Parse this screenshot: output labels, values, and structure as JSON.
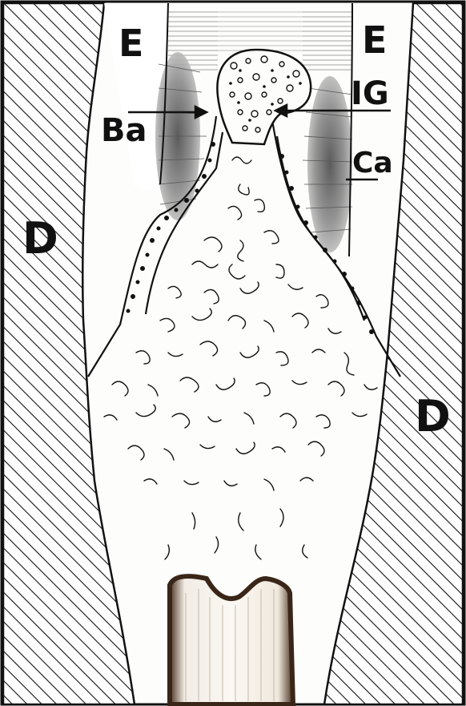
{
  "labels": {
    "e_left": "E",
    "e_right": "E",
    "ig": "IG",
    "ba": "Ba",
    "ca": "Ca",
    "d_left": "D",
    "d_right": "D"
  },
  "colors": {
    "ink": "#111111",
    "paper": "#fdfdfb",
    "hatch_fill": "#ffffff",
    "pulp_dark": "#5a3e2a",
    "pulp_light": "#ebe5dc",
    "stipple": "#6b6b6b"
  }
}
